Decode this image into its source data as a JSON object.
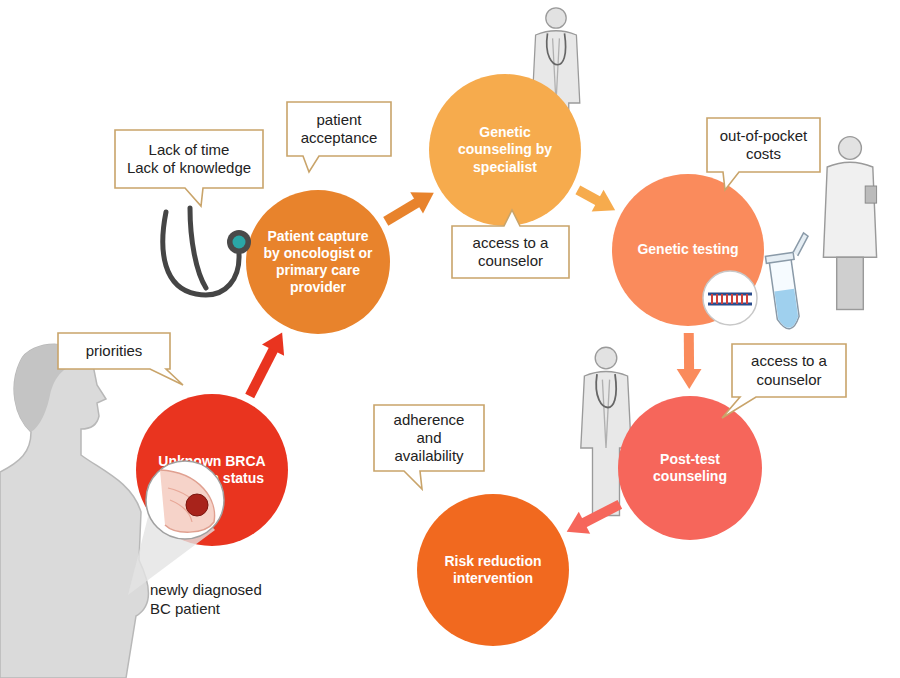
{
  "diagram": {
    "nodes": [
      {
        "text": [
          "Unknown BRCA mutation status"
        ]
      },
      {
        "text": [
          "priorities"
        ]
      },
      {
        "text": [
          "Patient capture by oncologist or primary care provider"
        ]
      },
      {
        "text": [
          "Lack of time",
          "Lack of knowledge"
        ]
      },
      {
        "text": [
          "patient acceptance"
        ]
      },
      {
        "text": [
          "Genetic counseling by specialist"
        ]
      },
      {
        "text": [
          "access to a counselor"
        ]
      },
      {
        "text": [
          "Genetic testing"
        ]
      },
      {
        "text": [
          "out-of-pocket costs"
        ]
      },
      {
        "text": [
          "Post-test counseling"
        ]
      },
      {
        "text": [
          "access to a counselor"
        ]
      },
      {
        "text": [
          "Risk reduction intervention"
        ]
      },
      {
        "text": [
          "adherence and availability"
        ]
      }
    ],
    "edges": [
      {
        "from": 0,
        "to": 2,
        "arrow": "to"
      },
      {
        "from": 2,
        "to": 5,
        "arrow": "to"
      },
      {
        "from": 5,
        "to": 7,
        "arrow": "to"
      },
      {
        "from": 7,
        "to": 9,
        "arrow": "to"
      },
      {
        "from": 9,
        "to": 11,
        "arrow": "to"
      }
    ],
    "labels": [
      "newly diagnosed BC patient"
    ]
  }
}
